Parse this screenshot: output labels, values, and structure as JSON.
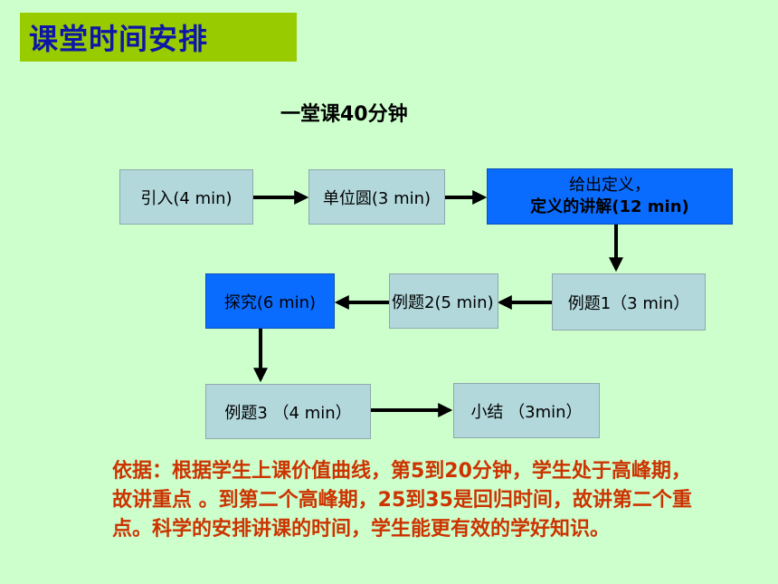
{
  "title": "课堂时间安排",
  "subtitle": "一堂课40分钟",
  "nodes": {
    "intro": "引入(4 min)",
    "unit_circle": "单位圆(3 min)",
    "definition_line1": "给出定义，",
    "definition_line2": "定义的讲解(12 min)",
    "example1": "例题1（3 min）",
    "example2": "例题2(5 min)",
    "explore": "探究(6 min)",
    "example3": "例题3 （4 min）",
    "summary": "小结 （3min）"
  },
  "note": "依据：根据学生上课价值曲线，第5到20分钟，学生处于高峰期，故讲重点 。到第二个高峰期，25到35是回归时间，故讲第二个重点。科学的安排讲课的时间，学生能更有效的学好知识。",
  "colors": {
    "background": "#ccffcc",
    "title_bg": "#99cc00",
    "title_text": "#0d16a6",
    "node_default": "#b2d8dc",
    "node_highlight": "#0a6cff",
    "note_text": "#cc3300"
  }
}
